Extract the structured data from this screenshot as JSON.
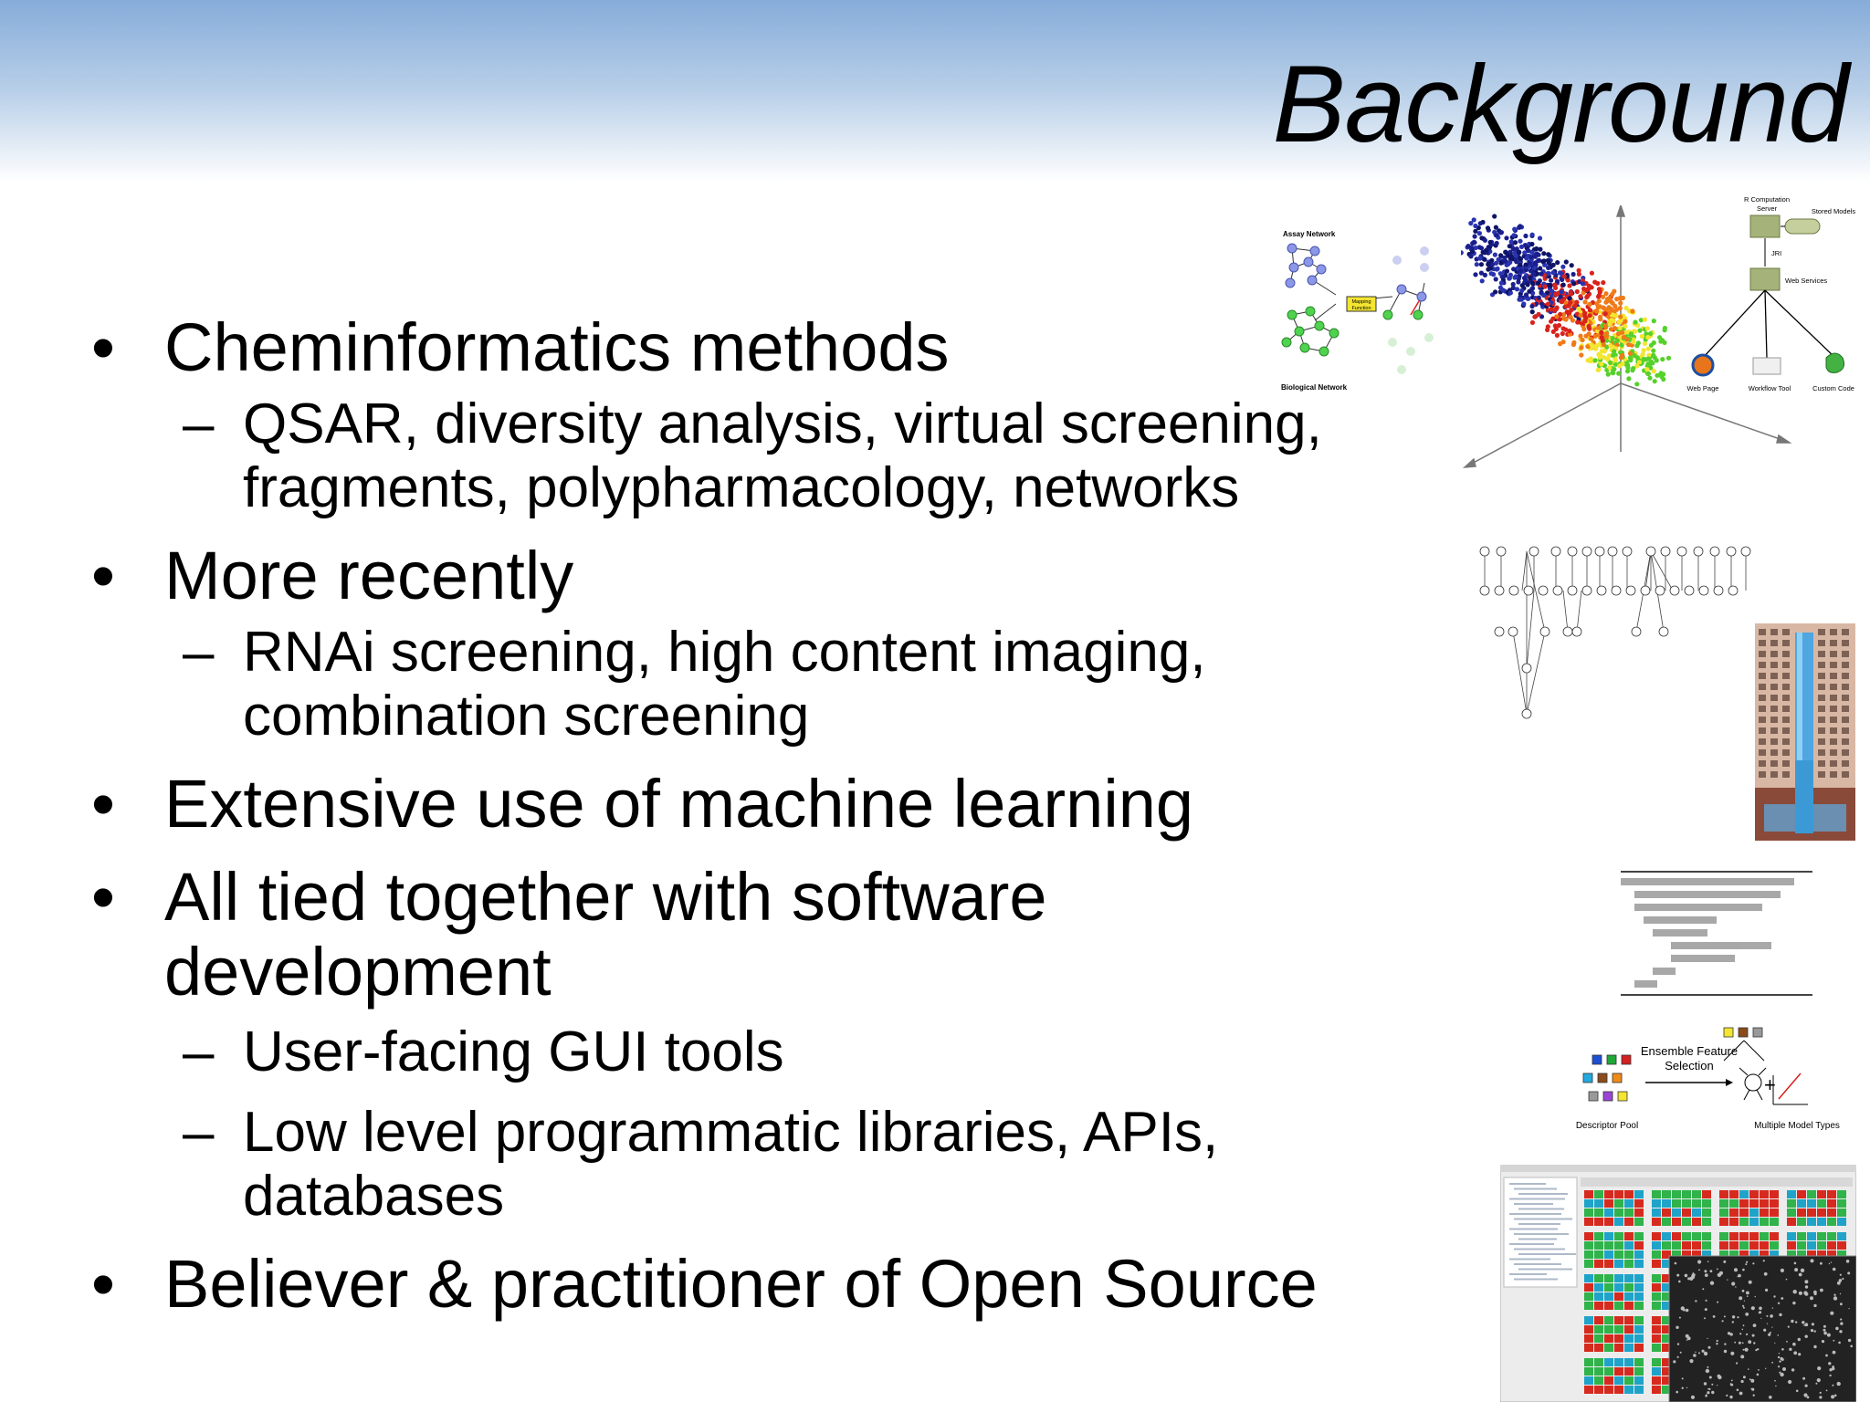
{
  "slide": {
    "title": "Background",
    "bullets": [
      {
        "level": 1,
        "text": "Cheminformatics methods"
      },
      {
        "level": 2,
        "text": "QSAR, diversity analysis, virtual screening, fragments, polypharmacology, networks"
      },
      {
        "level": 1,
        "text": "More recently"
      },
      {
        "level": 2,
        "text": "RNAi screening, high content imaging, combination screening"
      },
      {
        "level": 1,
        "text": "Extensive use of machine learning"
      },
      {
        "level": 1,
        "text": "All tied together with software development"
      },
      {
        "level": 2,
        "text": "User-facing GUI tools"
      },
      {
        "level": 2,
        "text": "Low level programmatic libraries, APIs, databases"
      },
      {
        "level": 1,
        "text": "Believer & practitioner of Open Source"
      }
    ],
    "bullet_glyph": "•",
    "dash_glyph": "–"
  },
  "figures": {
    "network_mapping": {
      "top_label": "Assay Network",
      "box_label_1": "Mapping",
      "box_label_2": "Function",
      "bottom_label": "Biological Network"
    },
    "architecture": {
      "server_1": "R Computation",
      "server_2": "Server",
      "models": "Stored Models",
      "jri": "JRI",
      "web_services": "Web Services",
      "web_page": "Web Page",
      "workflow": "Workflow Tool",
      "custom_code": "Custom Code"
    },
    "ensemble": {
      "label_1": "Ensemble Feature",
      "label_2": "Selection",
      "descriptor_pool": "Descriptor Pool",
      "model_types": "Multiple Model Types"
    }
  },
  "colors": {
    "header_top": "#86acd9",
    "node_blue": "#8c97e6",
    "node_green": "#4fd34f",
    "box_olive": "#a5b37a"
  }
}
